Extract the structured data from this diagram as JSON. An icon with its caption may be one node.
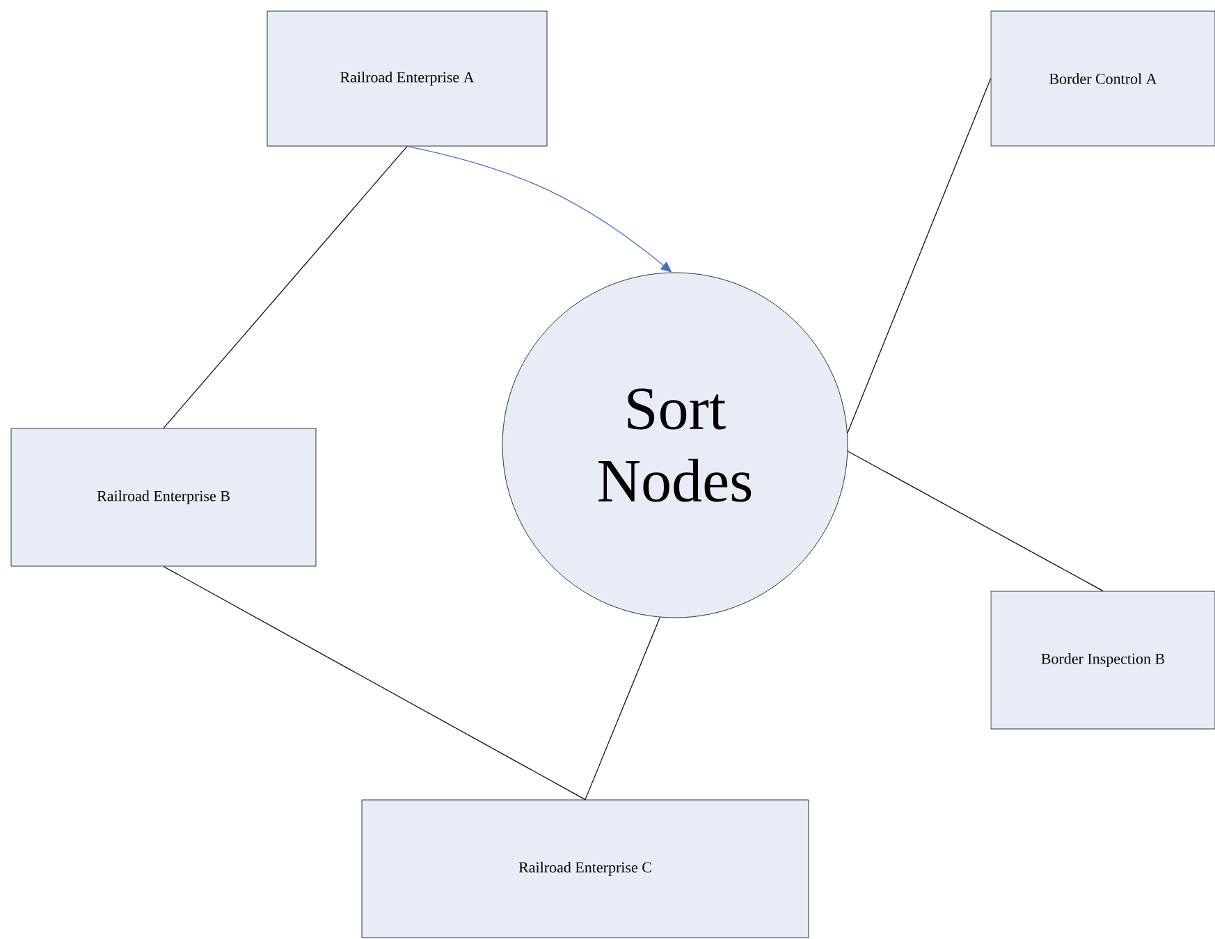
{
  "diagram": {
    "nodes": [
      {
        "text": [
          "Railroad Enterprise A"
        ]
      },
      {
        "text": [
          "Border Control A"
        ]
      },
      {
        "text": [
          "Sort Nodes"
        ]
      },
      {
        "text": [
          "Railroad Enterprise B"
        ]
      },
      {
        "text": [
          "Border Inspection B"
        ]
      },
      {
        "text": [
          "Railroad Enterprise C"
        ]
      }
    ],
    "edges": [
      {
        "from": 0,
        "to": 2,
        "arrow": "to",
        "color": "#4472c4"
      },
      {
        "from": 0,
        "to": 3,
        "arrow": "none"
      },
      {
        "from": 2,
        "to": 1,
        "arrow": "none"
      },
      {
        "from": 2,
        "to": 4,
        "arrow": "none"
      },
      {
        "from": 3,
        "to": 5,
        "arrow": "none"
      },
      {
        "from": 2,
        "to": 5,
        "arrow": "none"
      }
    ]
  }
}
